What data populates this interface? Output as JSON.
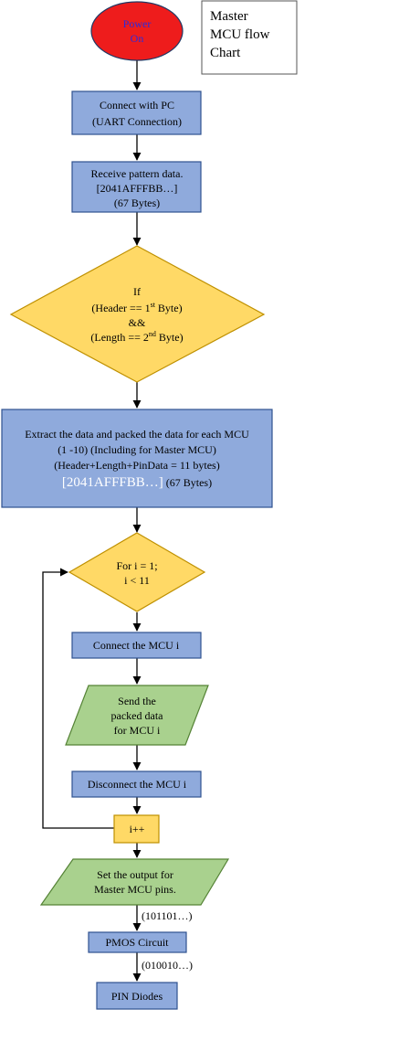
{
  "title_box": {
    "lines": [
      "Master",
      "MCU flow",
      "Chart"
    ]
  },
  "colors": {
    "start": "#ee1c1c",
    "start_text": "#2b2bdc",
    "process": "#8faadc",
    "decision": "#ffd966",
    "io": "#a9d18e",
    "highlight_text": "#ffffff",
    "line": "#000000"
  },
  "nodes": {
    "power_on": {
      "lines": [
        "Power",
        "On"
      ]
    },
    "connect_pc": {
      "lines": [
        "Connect with PC",
        "(UART Connection)"
      ]
    },
    "receive": {
      "lines": [
        "Receive pattern data.",
        "[2041AFFFBB…]",
        "(67 Bytes)"
      ]
    },
    "decision_header": {
      "line1": "If",
      "line2_pre": "(Header == 1",
      "line2_sup": "st",
      "line2_post": " Byte)",
      "line3": "&&",
      "line4_pre": "(Length == 2",
      "line4_sup": "nd",
      "line4_post": " Byte)"
    },
    "extract": {
      "lines": [
        "Extract the data and packed the data for each MCU",
        "(1 -10) (Including for Master MCU)",
        "(Header+Length+PinData = 11 bytes)"
      ],
      "highlight": "[2041AFFFBB…]",
      "suffix": " (67 Bytes)"
    },
    "loop_decision": {
      "lines": [
        "For i = 1;",
        "i < 11"
      ]
    },
    "connect_mcu": {
      "lines": [
        "Connect the MCU i"
      ]
    },
    "send": {
      "lines": [
        "Send the",
        "packed data",
        "for MCU i"
      ]
    },
    "disconnect": {
      "lines": [
        "Disconnect the MCU i"
      ]
    },
    "increment": {
      "lines": [
        "i++"
      ]
    },
    "set_output": {
      "lines": [
        "Set the output for",
        "Master MCU pins."
      ]
    },
    "pmos": {
      "lines": [
        "PMOS Circuit"
      ]
    },
    "pin_diodes": {
      "lines": [
        "PIN Diodes"
      ]
    }
  },
  "edge_labels": {
    "to_pmos": "(101101…)",
    "to_diodes": "(010010…)"
  }
}
